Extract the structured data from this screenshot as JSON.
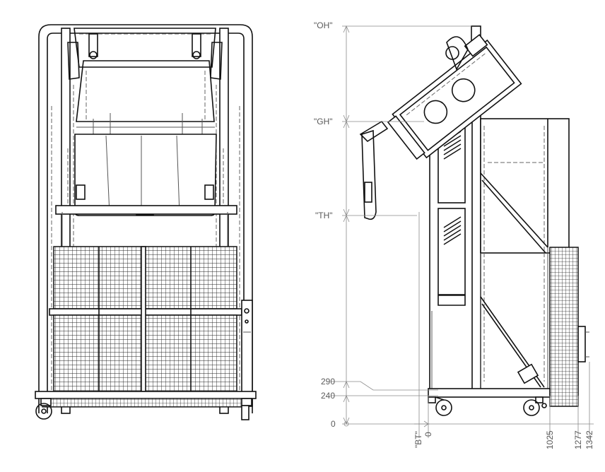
{
  "drawing": {
    "type": "mechanical drawing of a bin lifting machine",
    "views": [
      "front-view",
      "side-view"
    ]
  },
  "height_labels": {
    "oh": "\"OH\"",
    "gh": "\"GH\"",
    "th": "\"TH\"",
    "h290": "290",
    "h240": "240",
    "h0": "0"
  },
  "width_labels": {
    "bt": "\"BT\"",
    "w0": "0",
    "w1025": "1025",
    "w1277": "1277",
    "w1342": "1342"
  },
  "colors": {
    "line": "#111111",
    "dimension": "#8a8a8a",
    "background": "#ffffff"
  }
}
